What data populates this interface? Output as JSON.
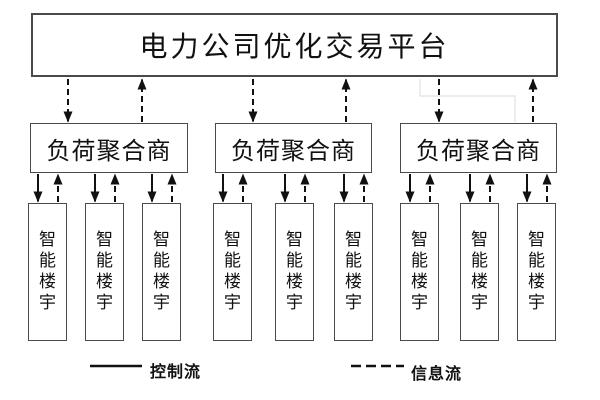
{
  "diagram": {
    "platform": {
      "label": "电力公司优化交易平台"
    },
    "aggregators": [
      {
        "label": "负荷聚合商"
      },
      {
        "label": "负荷聚合商"
      },
      {
        "label": "负荷聚合商"
      }
    ],
    "buildings": [
      {
        "label": "智能楼宇"
      },
      {
        "label": "智能楼宇"
      },
      {
        "label": "智能楼宇"
      },
      {
        "label": "智能楼宇"
      },
      {
        "label": "智能楼宇"
      },
      {
        "label": "智能楼宇"
      },
      {
        "label": "智能楼宇"
      },
      {
        "label": "智能楼宇"
      },
      {
        "label": "智能楼宇"
      }
    ]
  },
  "legend": {
    "control_label": "控制流",
    "control_line_style": "solid",
    "info_label": "信息流",
    "info_line_style": "dashed"
  },
  "colors": {
    "background": "#ffffff",
    "box_border": "#4a4a4a",
    "arrow": "#111111",
    "text": "#111111",
    "ghost_line": "#e3e5e7"
  }
}
